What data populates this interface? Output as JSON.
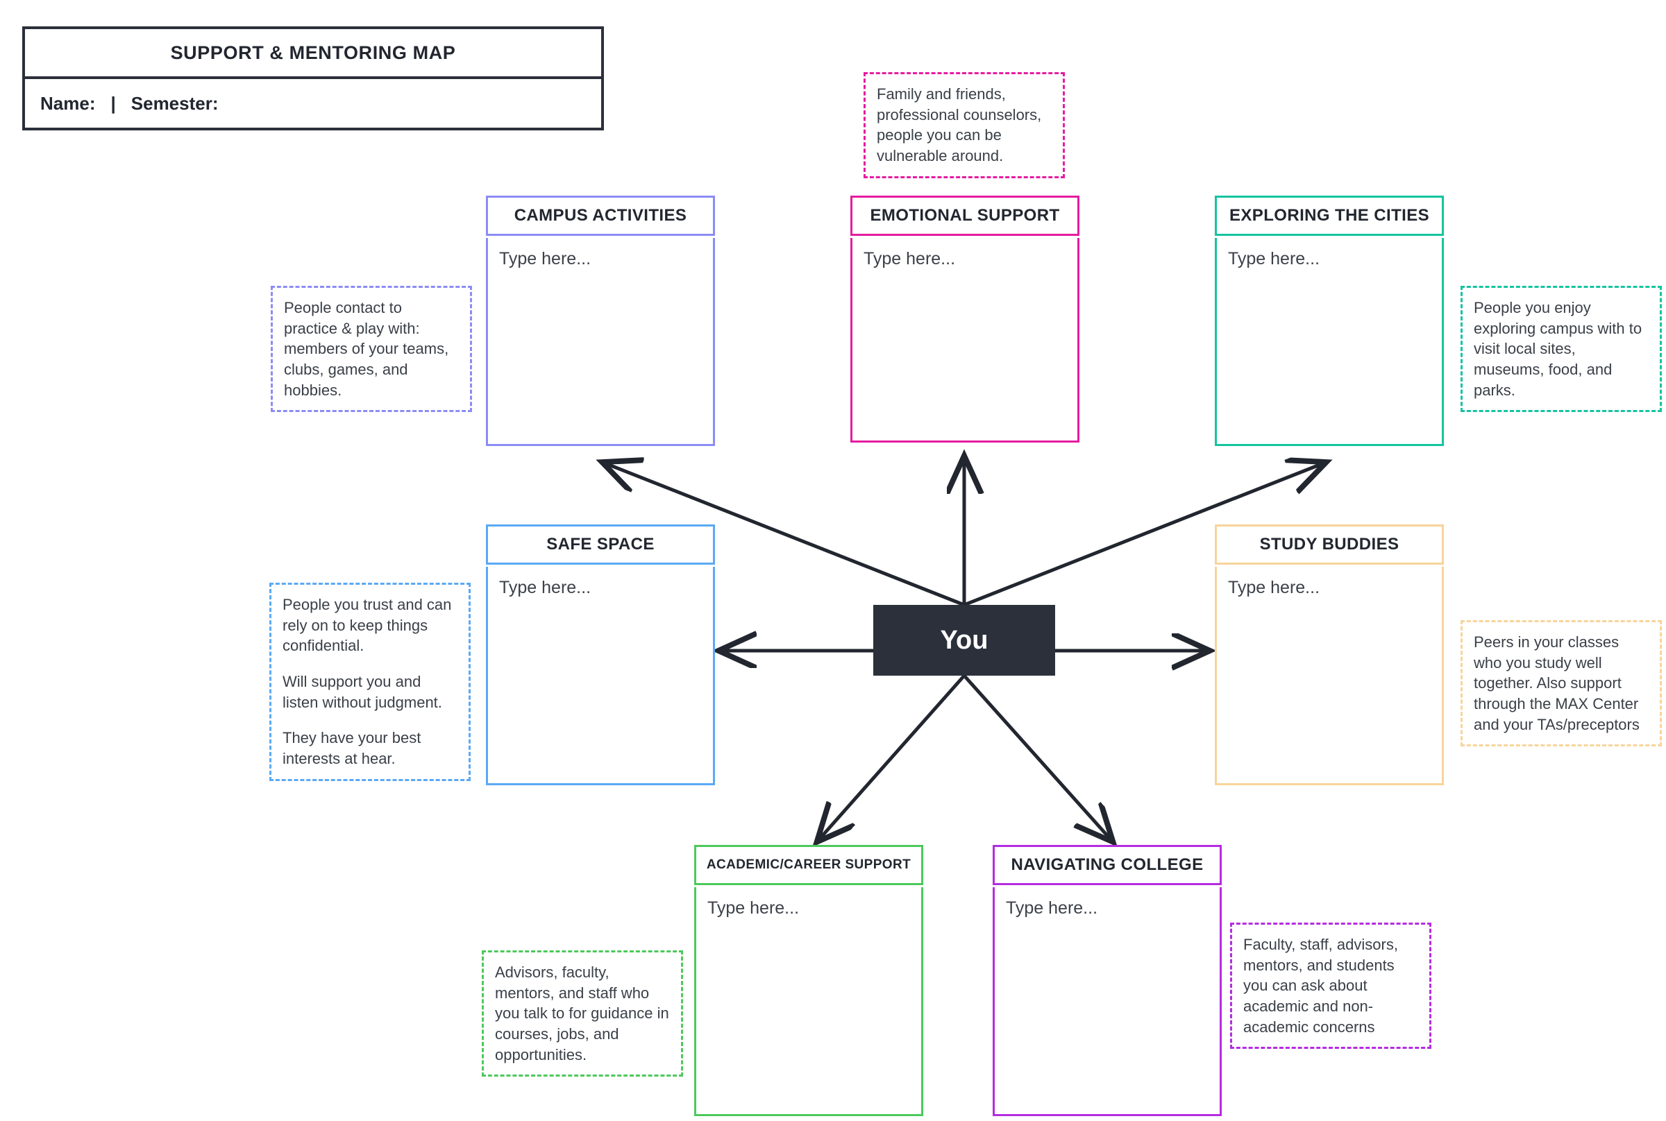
{
  "header": {
    "title": "SUPPORT & MENTORING MAP",
    "name_label": "Name:",
    "divider": "|",
    "semester_label": "Semester:"
  },
  "center": {
    "label": "You",
    "color": "#2b303b"
  },
  "placeholder": "Type here...",
  "cards": [
    {
      "id": "campus-activities",
      "title": "CAMPUS ACTIVITIES",
      "color": "#8c8cf5",
      "placeholder": "Type here..."
    },
    {
      "id": "emotional-support",
      "title": "EMOTIONAL SUPPORT",
      "color": "#e51ca0",
      "placeholder": "Type here..."
    },
    {
      "id": "exploring-the-cities",
      "title": "EXPLORING THE CITIES",
      "color": "#14c4a0",
      "placeholder": "Type here..."
    },
    {
      "id": "safe-space",
      "title": "SAFE SPACE",
      "color": "#5aa9f5",
      "placeholder": "Type here..."
    },
    {
      "id": "study-buddies",
      "title": "STUDY BUDDIES",
      "color": "#f8d49a",
      "placeholder": "Type here..."
    },
    {
      "id": "academic-career-support",
      "title": "ACADEMIC/CAREER SUPPORT",
      "color": "#4cc95c",
      "placeholder": "Type here..."
    },
    {
      "id": "navigating-college",
      "title": "NAVIGATING COLLEGE",
      "color": "#b52ce0",
      "placeholder": "Type here..."
    }
  ],
  "notes": [
    {
      "id": "emotional-support-note",
      "color": "#e51ca0",
      "lines": [
        "Family and friends, professional counselors, people you can be vulnerable around."
      ]
    },
    {
      "id": "campus-activities-note",
      "color": "#8c8cf5",
      "lines": [
        "People contact to practice & play with: members of your teams, clubs, games, and hobbies."
      ]
    },
    {
      "id": "exploring-the-cities-note",
      "color": "#14c4a0",
      "lines": [
        "People you enjoy exploring campus with to visit local sites, museums, food, and parks."
      ]
    },
    {
      "id": "safe-space-note",
      "color": "#5aa9f5",
      "lines": [
        "People you trust and can rely on to keep things confidential.",
        "Will support you and listen without judgment.",
        "They have your best interests at hear."
      ]
    },
    {
      "id": "study-buddies-note",
      "color": "#f8d49a",
      "lines": [
        "Peers in your classes who you study well together. Also support through the MAX Center and your TAs/preceptors"
      ]
    },
    {
      "id": "academic-career-support-note",
      "color": "#4cc95c",
      "lines": [
        "Advisors, faculty, mentors, and staff who you talk to for guidance in courses, jobs, and opportunities."
      ]
    },
    {
      "id": "navigating-college-note",
      "color": "#b52ce0",
      "lines": [
        "Faculty, staff, advisors, mentors, and students you can ask about academic and non-academic concerns"
      ]
    }
  ],
  "arrows": {
    "color": "#22262f",
    "connections": [
      "you-to-campus-activities",
      "you-to-emotional-support",
      "you-to-exploring-the-cities",
      "you-to-safe-space",
      "you-to-study-buddies",
      "you-to-academic-career-support",
      "you-to-navigating-college"
    ]
  }
}
